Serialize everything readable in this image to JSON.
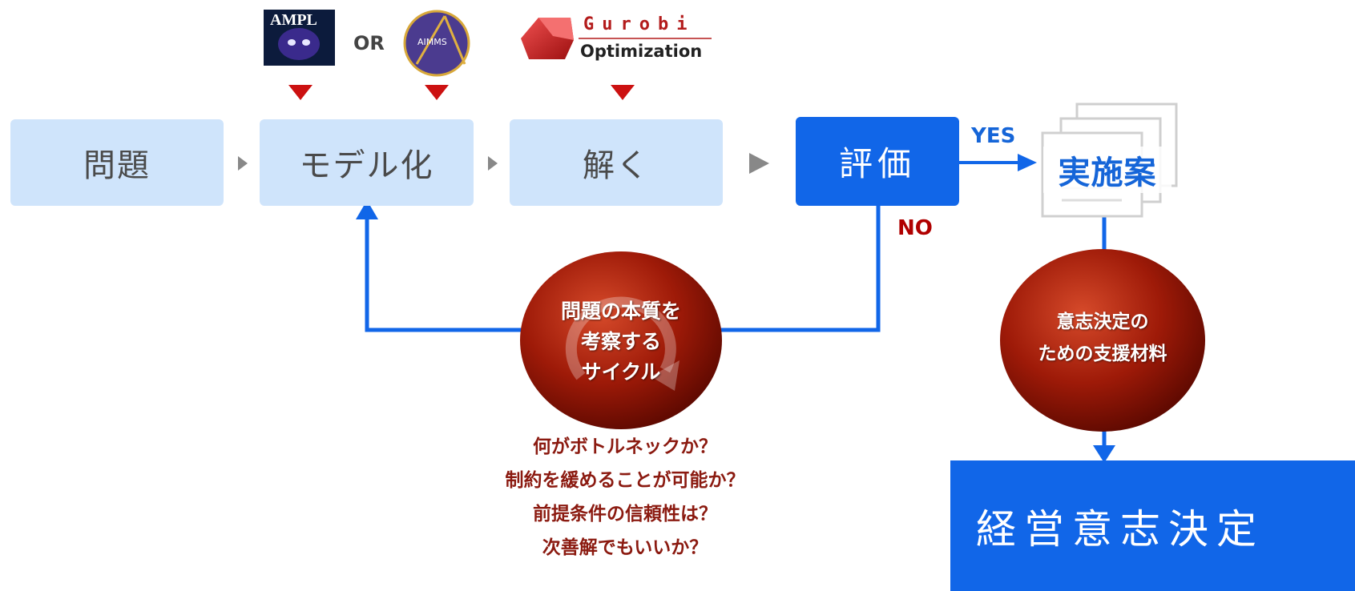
{
  "logos": {
    "ampl": "AMPL",
    "or": "OR",
    "aimms": "AIMMS",
    "gurobi_word": "Gurobi",
    "gurobi_sub": "Optimization"
  },
  "steps": {
    "problem": "問題",
    "modeling": "モデル化",
    "solve": "解く",
    "evaluate": "評価"
  },
  "branches": {
    "yes": "YES",
    "no": "NO"
  },
  "plan": "実施案",
  "cycle": {
    "line1": "問題の本質を",
    "line2": "考察する",
    "line3": "サイクル"
  },
  "support": {
    "line1": "意志決定の",
    "line2": "ための支援材料"
  },
  "questions": [
    "何がボトルネックか？",
    "制約を緩めることが可能か？",
    "前提条件の信頼性は？",
    "次善解でもいいか？"
  ],
  "decision": "経営意志決定",
  "colors": {
    "step_fill": "#cfe4fb",
    "accent_blue": "#1166e8",
    "marker_red": "#cc1111",
    "circle_red": "#a01808"
  }
}
